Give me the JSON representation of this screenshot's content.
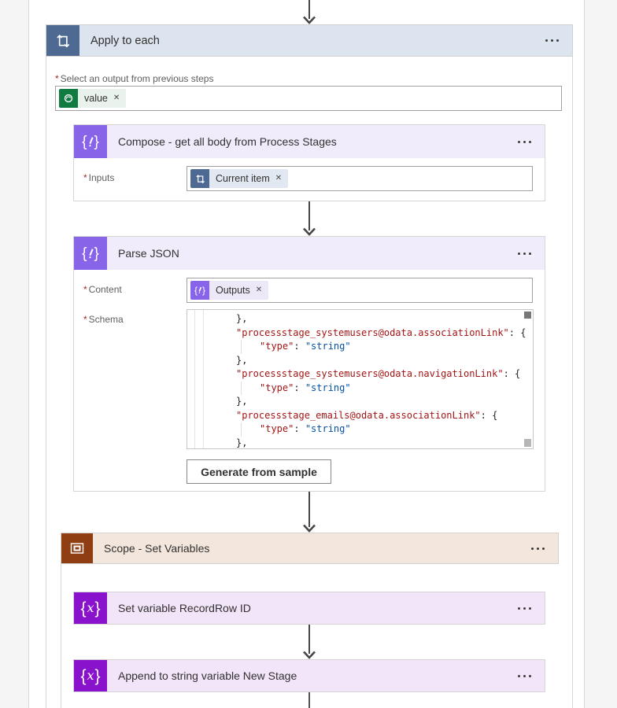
{
  "ui": {
    "required": "*",
    "dismiss": "✕"
  },
  "apply_to_each": {
    "title": "Apply to each",
    "select_output_label": "Select an output from previous steps",
    "value_token": {
      "label": "value",
      "icon": "dataverse-icon"
    }
  },
  "compose": {
    "title": "Compose - get all body from Process Stages",
    "inputs_label": "Inputs",
    "current_item_token": {
      "label": "Current item",
      "icon": "apply-to-each-loop-icon"
    }
  },
  "parse_json": {
    "title": "Parse JSON",
    "content_label": "Content",
    "outputs_token": {
      "label": "Outputs",
      "icon": "braces-pencil-icon"
    },
    "schema_label": "Schema",
    "generate_button": "Generate from sample",
    "schema_lines": [
      {
        "indent": 0,
        "tokens": [
          [
            "p",
            "},"
          ]
        ]
      },
      {
        "indent": 0,
        "tokens": [
          [
            "k",
            "\"processstage_systemusers@odata.associationLink\""
          ],
          [
            "p",
            ": {"
          ]
        ]
      },
      {
        "indent": 1,
        "tokens": [
          [
            "k",
            "\"type\""
          ],
          [
            "p",
            ": "
          ],
          [
            "s",
            "\"string\""
          ]
        ]
      },
      {
        "indent": 0,
        "tokens": [
          [
            "p",
            "},"
          ]
        ]
      },
      {
        "indent": 0,
        "tokens": [
          [
            "k",
            "\"processstage_systemusers@odata.navigationLink\""
          ],
          [
            "p",
            ": {"
          ]
        ]
      },
      {
        "indent": 1,
        "tokens": [
          [
            "k",
            "\"type\""
          ],
          [
            "p",
            ": "
          ],
          [
            "s",
            "\"string\""
          ]
        ]
      },
      {
        "indent": 0,
        "tokens": [
          [
            "p",
            "},"
          ]
        ]
      },
      {
        "indent": 0,
        "tokens": [
          [
            "k",
            "\"processstage_emails@odata.associationLink\""
          ],
          [
            "p",
            ": {"
          ]
        ]
      },
      {
        "indent": 1,
        "tokens": [
          [
            "k",
            "\"type\""
          ],
          [
            "p",
            ": "
          ],
          [
            "s",
            "\"string\""
          ]
        ]
      },
      {
        "indent": 0,
        "tokens": [
          [
            "p",
            "},"
          ]
        ]
      }
    ]
  },
  "scope": {
    "title": "Scope - Set Variables"
  },
  "set_variable": {
    "title": "Set variable RecordRow ID"
  },
  "append_variable": {
    "title": "Append to string variable New Stage"
  },
  "icons": {
    "apply_to_each": "rectangular-loop-arrows",
    "compose_parse": "braces-with-pencil",
    "scope": "nested-rectangles",
    "variable": "braces-with-italic-x",
    "value_token": "dataverse-swirl",
    "menu": "horizontal-ellipsis"
  },
  "colors": {
    "apply_to_each_icon_bg": "#4e6a93",
    "apply_to_each_header_bg": "#dce4ef",
    "data_operation_icon_bg": "#8764e8",
    "data_operation_header_bg": "#f0ecfb",
    "scope_icon_bg": "#8f3e14",
    "scope_header_bg": "#f3e6dd",
    "variable_icon_bg": "#8912cc",
    "variable_header_bg": "#f2e4f9",
    "dataverse_green": "#107c41",
    "json_key": "#a31515",
    "json_string": "#0451a5",
    "arrow": "#484644"
  }
}
